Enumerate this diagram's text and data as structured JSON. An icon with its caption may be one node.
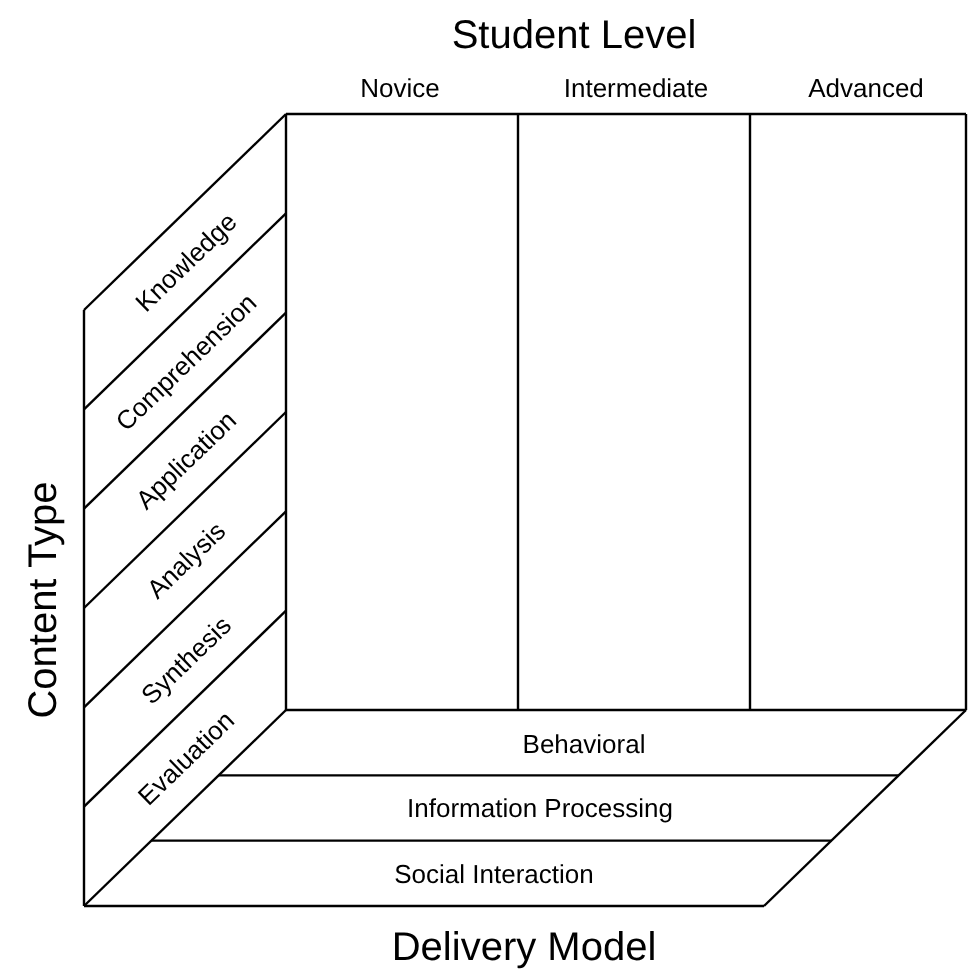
{
  "diagram": {
    "labels": [
      "Student Level",
      "Novice",
      "Intermediate",
      "Advanced",
      "Content Type",
      "Knowledge",
      "Comprehension",
      "Application",
      "Analysis",
      "Synthesis",
      "Evaluation",
      "Behavioral",
      "Information Processing",
      "Social Interaction",
      "Delivery Model"
    ]
  }
}
